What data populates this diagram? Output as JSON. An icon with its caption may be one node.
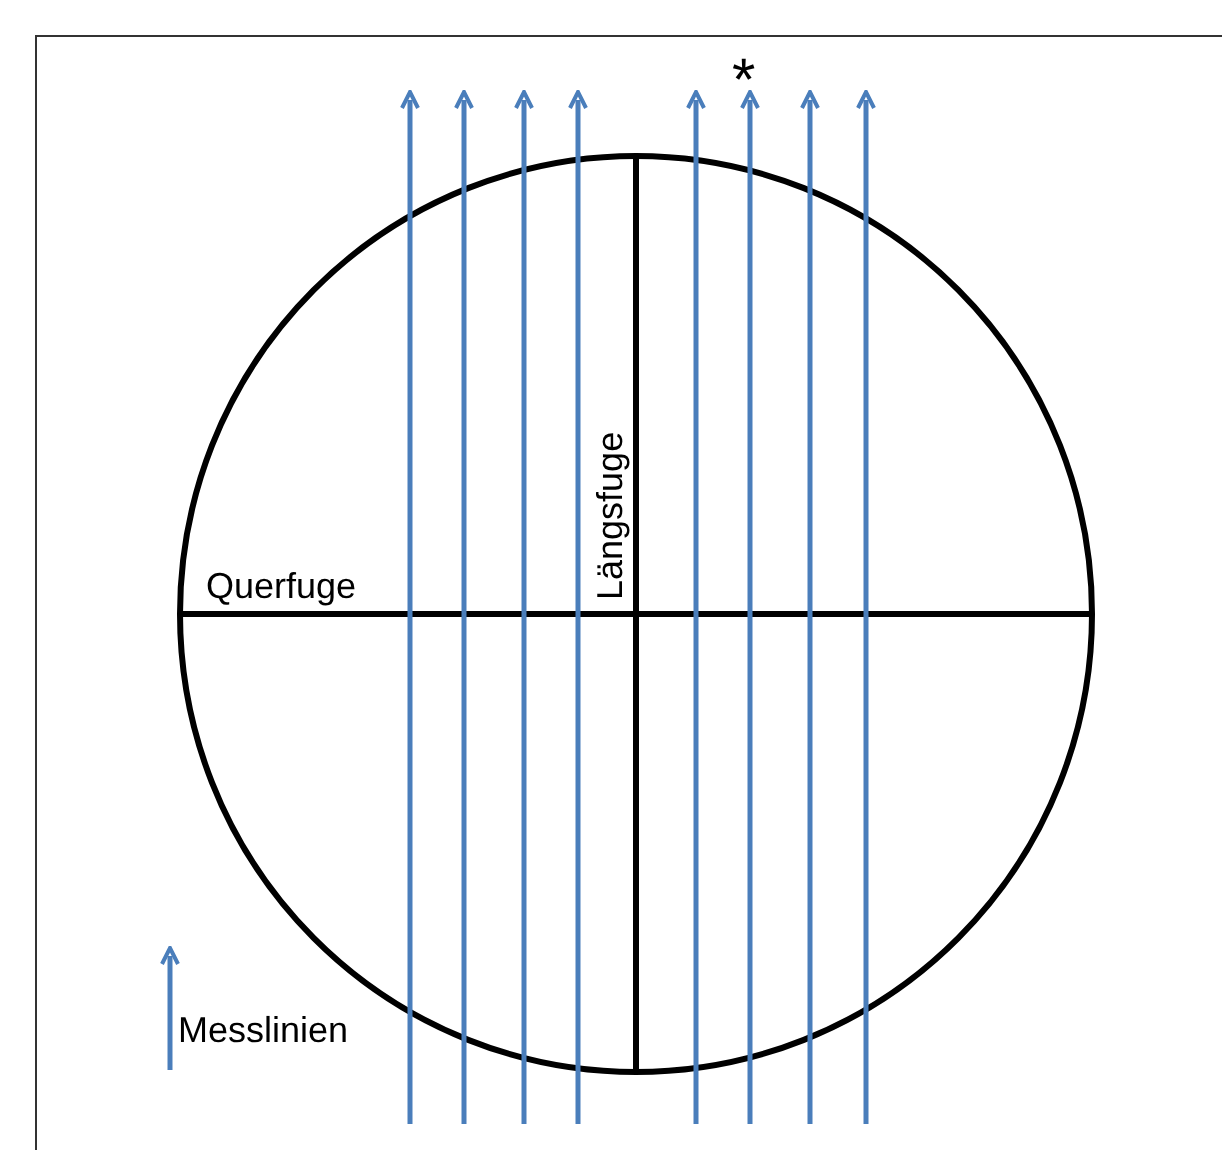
{
  "diagram": {
    "labels": [
      "*",
      "Querfuge",
      "Längsfuge"
    ],
    "legend": [
      {
        "text": "Messlinien"
      }
    ]
  }
}
